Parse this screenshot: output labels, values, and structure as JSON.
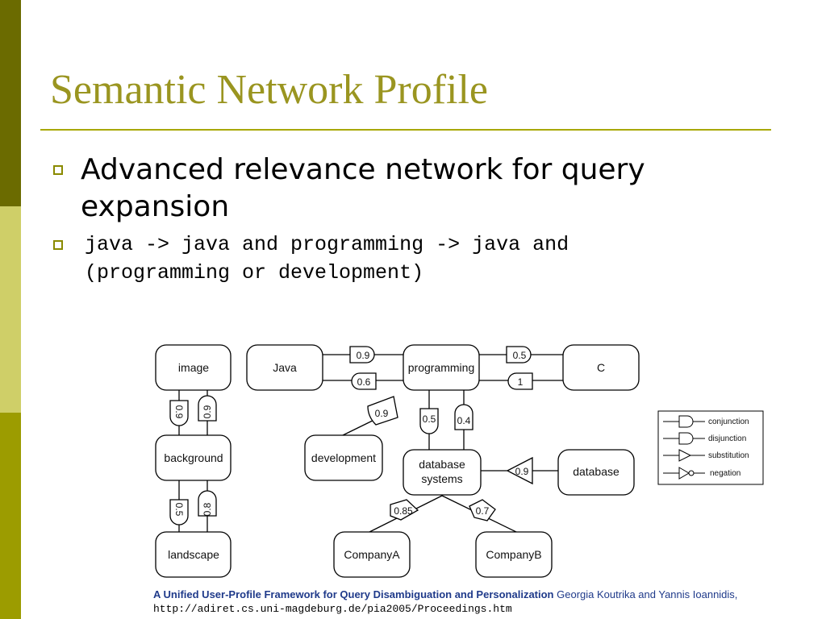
{
  "slide": {
    "title": "Semantic Network Profile",
    "bullets": [
      "Advanced relevance network for query expansion",
      "java -> java and programming -> java and (programming or development)"
    ],
    "colors": {
      "accent": "#9a9520",
      "strip_dark": "#6b6b00",
      "strip_light": "#cfcf68",
      "strip_mid": "#9c9c00"
    }
  },
  "diagram": {
    "nodes": {
      "image": "image",
      "java": "Java",
      "programming": "programming",
      "c": "C",
      "background": "background",
      "development": "development",
      "database_systems_1": "database",
      "database_systems_2": "systems",
      "database": "database",
      "landscape": "landscape",
      "companyA": "CompanyA",
      "companyB": "CompanyB"
    },
    "weights": {
      "java_prog_top": "0.9",
      "java_prog_bottom": "0.6",
      "prog_c_top": "0.5",
      "prog_c_bottom": "1",
      "prog_development": "0.9",
      "prog_db_left": "0.5",
      "prog_db_right": "0.4",
      "image_bg_left": "0.9",
      "image_bg_right": "0.9",
      "bg_land_left": "0.5",
      "bg_land_right": "0.8",
      "db_substitution": "0.9",
      "db_companyA": "0.85",
      "db_companyB": "0.7"
    },
    "legend": {
      "conjunction": "conjunction",
      "disjunction": "disjunction",
      "substitution": "substitution",
      "negation": "negation"
    }
  },
  "citation": {
    "title": "A Unified User-Profile Framework for Query Disambiguation and Personalization",
    "authors": "Georgia Koutrika and Yannis Ioannidis,",
    "url": "http://adiret.cs.uni-magdeburg.de/pia2005/Proceedings.htm"
  }
}
